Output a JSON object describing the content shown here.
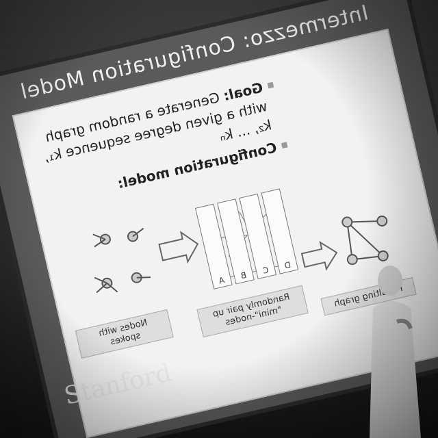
{
  "slide": {
    "title": "Intermezzo: Configuration Model",
    "bullets": [
      {
        "bold": "Goal:",
        "text": "Generate a random graph with a given degree sequence k₁, k₂, ... kₙ"
      },
      {
        "bold": "Configuration model:",
        "text": ""
      }
    ],
    "labels": {
      "nodes_with_spokes": "Nodes with spokes",
      "randomly_pair": "Randomly pair up \"mini\"-nodes",
      "resulting_graph": "Resulting graph"
    },
    "columns": [
      "A",
      "B",
      "C",
      "D"
    ]
  },
  "watermark": "Stanford"
}
